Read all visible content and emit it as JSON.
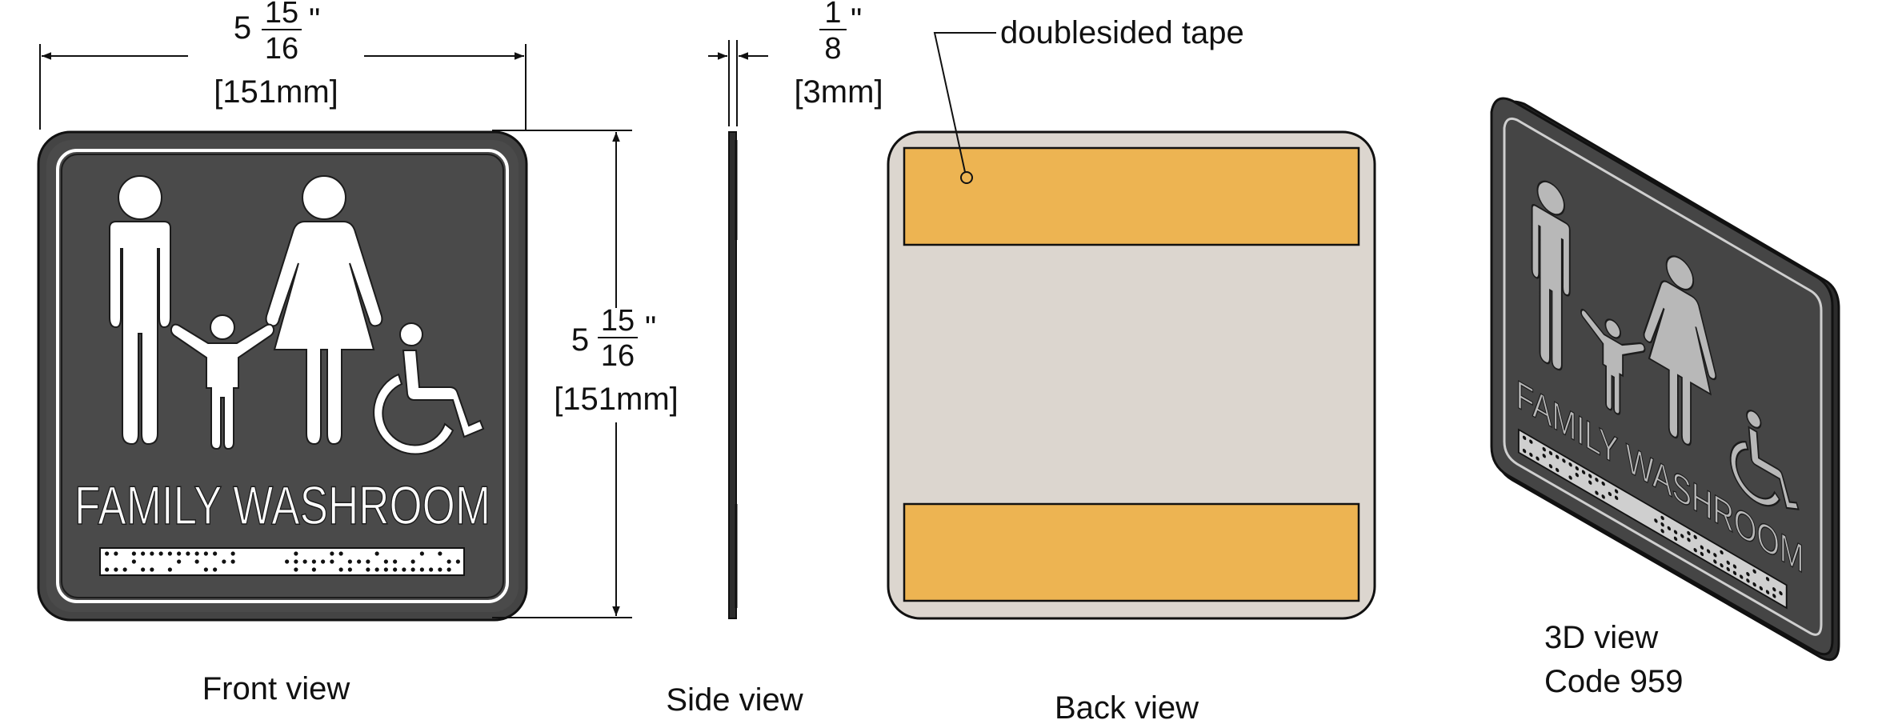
{
  "front_view": {
    "sign_text": "FAMILY WASHROOM",
    "caption": "Front view",
    "width_dim": {
      "whole": "5",
      "num": "15",
      "den": "16",
      "unit": "\"",
      "metric": "[151mm]"
    },
    "height_dim": {
      "whole": "5",
      "num": "15",
      "den": "16",
      "unit": "\"",
      "metric": "[151mm]"
    }
  },
  "side_view": {
    "caption": "Side view",
    "thickness_dim": {
      "num": "1",
      "den": "8",
      "unit": "\"",
      "metric": "[3mm]"
    }
  },
  "back_view": {
    "caption": "Back view",
    "callout": "doublesided tape"
  },
  "three_d_view": {
    "caption": "3D view",
    "code": "Code 959",
    "sign_text": "FAMILY WASHROOM"
  },
  "colors": {
    "sign_face": "#4a4a4a",
    "sign_border": "#1c1c1c",
    "pictogram": "#ffffff",
    "pictogram_3d": "#b8b8b8",
    "back_panel": "#dcd6cf",
    "tape": "#edb452"
  },
  "icons": [
    "man-icon",
    "woman-icon",
    "child-icon",
    "wheelchair-icon",
    "braille-strip"
  ]
}
